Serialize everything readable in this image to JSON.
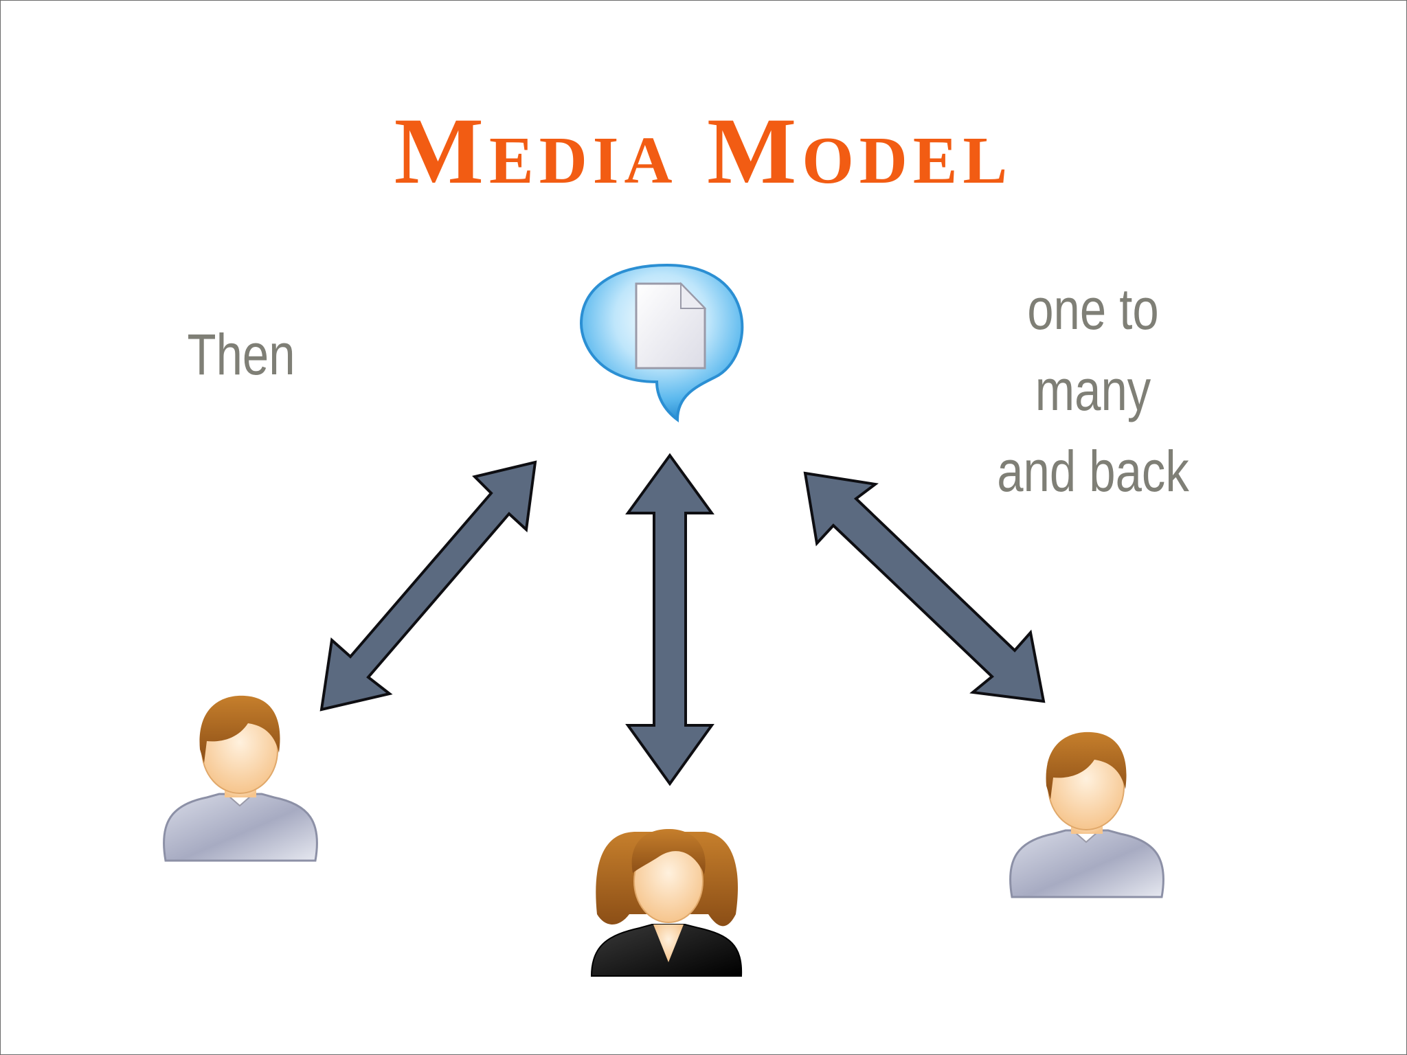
{
  "slide": {
    "title": "Media Model",
    "caption_left": "Then",
    "caption_right": [
      "one to",
      "many",
      "and back"
    ]
  },
  "colors": {
    "title": "#f25c13",
    "caption": "#7f7f76",
    "arrow_fill": "#5b6a80",
    "arrow_stroke": "#0e0e12",
    "bubble": "#5cb9ee"
  },
  "icons": {
    "center": "document-speech-bubble-icon",
    "people": [
      "male-user-icon",
      "female-user-icon",
      "male-user-icon"
    ]
  }
}
